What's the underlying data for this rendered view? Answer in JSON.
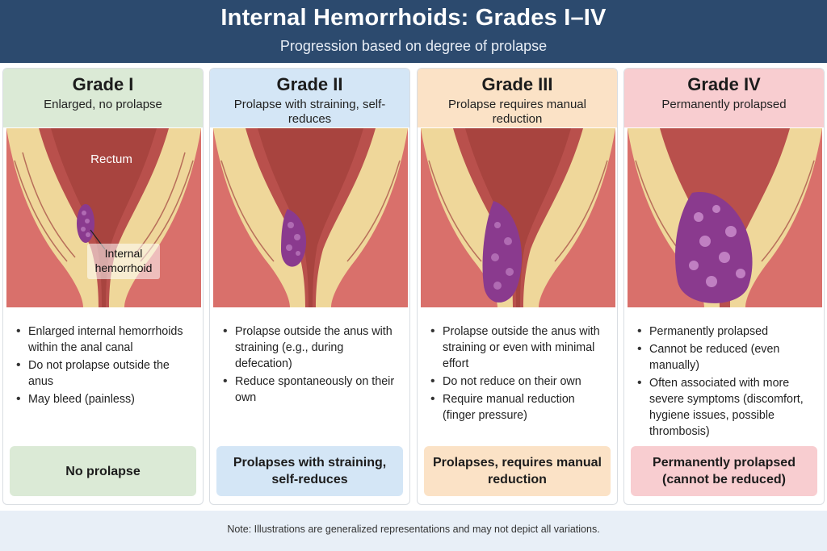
{
  "header": {
    "title": "Internal Hemorrhoids: Grades I–IV",
    "subtitle": "Progression based on degree of prolapse"
  },
  "cards": [
    {
      "grade": "Grade I",
      "description": "Enlarged, no prolapse",
      "labels": {
        "rectum": "Rectum",
        "internal": "Internal hemorrhoid"
      },
      "bullets": [
        "Enlarged internal hemorrhoids within the anal canal",
        "Do not prolapse outside the anus",
        "May bleed (painless)"
      ],
      "summary": "No prolapse",
      "accent": "#dbead6"
    },
    {
      "grade": "Grade II",
      "description": "Prolapse with straining, self-reduces",
      "bullets": [
        "Prolapse outside the anus with straining (e.g., during defecation)",
        "Reduce spontaneously on their own"
      ],
      "summary": "Prolapses with straining, self-reduces",
      "accent": "#d4e6f6"
    },
    {
      "grade": "Grade III",
      "description": "Prolapse requires manual reduction",
      "bullets": [
        "Prolapse outside the anus with straining or even with minimal effort",
        "Do not reduce on their own",
        "Require manual reduction (finger pressure)"
      ],
      "summary": "Prolapses, requires manual reduction",
      "accent": "#fbe2c6"
    },
    {
      "grade": "Grade IV",
      "description": "Permanently prolapsed",
      "bullets": [
        "Permanently prolapsed",
        "Cannot be reduced (even manually)",
        "Often associated with more severe symptoms (discomfort, hygiene issues, possible thrombosis)"
      ],
      "summary": "Permanently prolapsed (cannot be reduced)",
      "accent": "#f8cdd0"
    }
  ],
  "footer": {
    "note": "Note: Illustrations are generalized representations and may not depict all variations."
  },
  "colors": {
    "header_bg": "#2c4a6e",
    "tissue": "#d9706b",
    "lumen": "#b9504c",
    "fat": "#f2cf5a",
    "hemorrhoid": "#8a3a8e"
  }
}
